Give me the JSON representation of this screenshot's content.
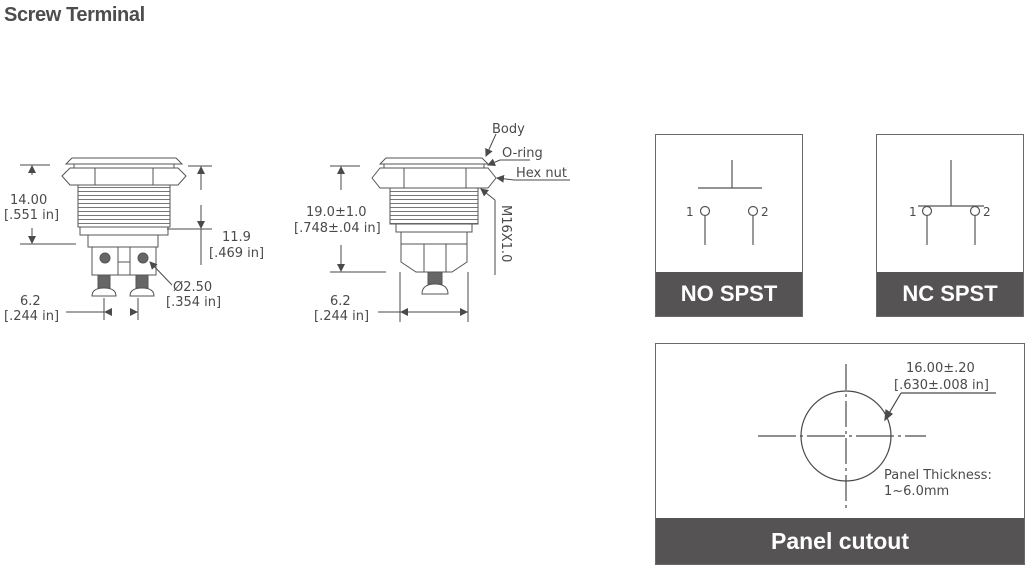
{
  "title": "Screw Terminal",
  "side_view_1": {
    "height_dim": "14.00",
    "height_dim_in": "[.551 in]",
    "body_dim": "11.9",
    "body_dim_in": "[.469 in]",
    "screw_dia": "Ø2.50",
    "screw_dia_in": "[.354 in]",
    "pitch_dim": "6.2",
    "pitch_dim_in": "[.244 in]"
  },
  "side_view_2": {
    "callout_body": "Body",
    "callout_oring": "O-ring",
    "callout_hexnut": "Hex nut",
    "thread": "M16X1.0",
    "height_dim": "19.0±1.0",
    "height_dim_in": "[.748±.04 in]",
    "width_dim": "6.2",
    "width_dim_in": "[.244 in]"
  },
  "schematics": [
    {
      "label": "NO SPST",
      "pin1": "1",
      "pin2": "2"
    },
    {
      "label": "NC SPST",
      "pin1": "1",
      "pin2": "2"
    }
  ],
  "panel_cutout": {
    "label": "Panel cutout",
    "diameter": "16.00±.20",
    "diameter_in": "[.630±.008 in]",
    "thickness_label": "Panel Thickness:",
    "thickness_value": "1~6.0mm"
  },
  "colors": {
    "label_bg": "#555354",
    "line": "#4a4a4a"
  }
}
